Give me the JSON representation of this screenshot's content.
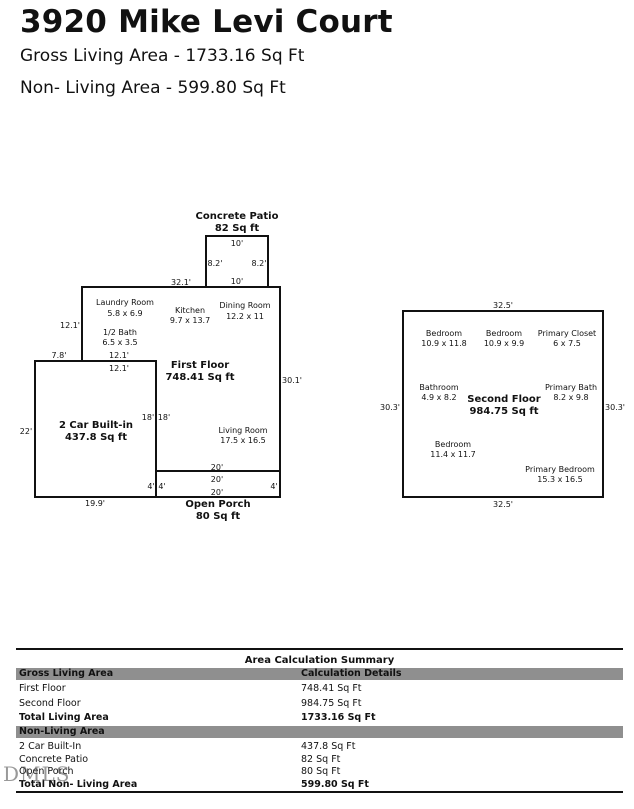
{
  "header": {
    "title": "3920 Mike Levi Court",
    "gross_living": "Gross Living Area - 1733.16 Sq Ft",
    "non_living": "Non- Living Area - 599.80 Sq Ft"
  },
  "first_floor": {
    "patio_name": "Concrete Patio",
    "patio_area": "82 Sq ft",
    "floor_name": "First Floor",
    "floor_area": "748.41 Sq ft",
    "garage_name": "2 Car Built-in",
    "garage_area": "437.8 Sq ft",
    "porch_name": "Open Porch",
    "porch_area": "80 Sq ft",
    "rooms": [
      {
        "name": "Laundry Room",
        "dims": "5.8 x 6.9"
      },
      {
        "name": "Kitchen",
        "dims": "9.7 x 13.7"
      },
      {
        "name": "Dining Room",
        "dims": "12.2 x 11"
      },
      {
        "name": "1/2 Bath",
        "dims": "6.5 x 3.5"
      },
      {
        "name": "Living Room",
        "dims": "17.5 x 16.5"
      }
    ],
    "dims": {
      "patio_top": "10'",
      "patio_left": "8.2'",
      "patio_right": "8.2'",
      "patio_bottom": "10'",
      "top": "32.1'",
      "left_upper": "12.1'",
      "garage_top_left": "7.8'",
      "garage_top_a": "12.1'",
      "garage_top_b": "12.1'",
      "right": "30.1'",
      "garage_left": "22'",
      "garage_inner_a": "18'",
      "garage_inner_b": "18'",
      "porch_top_a": "20'",
      "porch_top_b": "20'",
      "porch_bottom": "20'",
      "porch_left": "4'",
      "porch_left_b": "4'",
      "porch_right": "4'",
      "garage_bottom": "19.9'"
    }
  },
  "second_floor": {
    "floor_name": "Second Floor",
    "floor_area": "984.75 Sq ft",
    "rooms": [
      {
        "name": "Bedroom",
        "dims": "10.9 x 11.8"
      },
      {
        "name": "Bedroom",
        "dims": "10.9 x 9.9"
      },
      {
        "name": "Primary Closet",
        "dims": "6 x 7.5"
      },
      {
        "name": "Bathroom",
        "dims": "4.9 x 8.2"
      },
      {
        "name": "Primary Bath",
        "dims": "8.2 x 9.8"
      },
      {
        "name": "Bedroom",
        "dims": "11.4 x 11.7"
      },
      {
        "name": "Primary Bedroom",
        "dims": "15.3 x 16.5"
      }
    ],
    "dims": {
      "top": "32.5'",
      "bottom": "32.5'",
      "left": "30.3'",
      "right": "30.3'"
    }
  },
  "summary": {
    "caption": "Area Calculation Summary",
    "gross_header": "Gross Living Area",
    "details_header": "Calculation Details",
    "first_floor": {
      "label": "First Floor",
      "value": "748.41 Sq Ft"
    },
    "second_floor": {
      "label": "Second Floor",
      "value": "984.75 Sq Ft"
    },
    "total_living": {
      "label": "Total Living Area",
      "value": "1733.16 Sq Ft"
    },
    "non_living_header": "Non-Living Area",
    "garage": {
      "label": "2 Car Built-In",
      "value": "437.8 Sq Ft"
    },
    "patio": {
      "label": "Concrete Patio",
      "value": "82 Sq Ft"
    },
    "porch": {
      "label": "Open Porch",
      "value": "80 Sq Ft"
    },
    "total_non_living": {
      "label": "Total Non- Living Area",
      "value": "599.80 Sq Ft"
    }
  },
  "watermark": "DMLS"
}
